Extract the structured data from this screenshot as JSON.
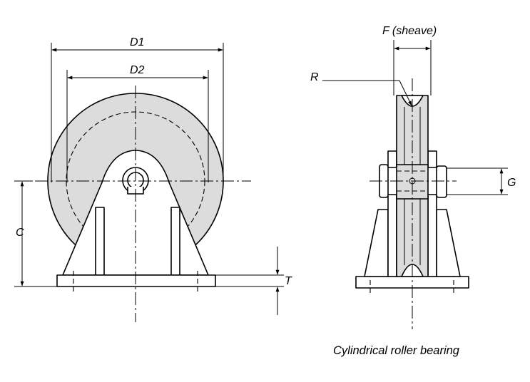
{
  "labels": {
    "d1": "D1",
    "d2": "D2",
    "c": "C",
    "t": "T",
    "f": "F (sheave)",
    "r": "R",
    "g": "G"
  },
  "caption": "Cylindrical roller bearing"
}
